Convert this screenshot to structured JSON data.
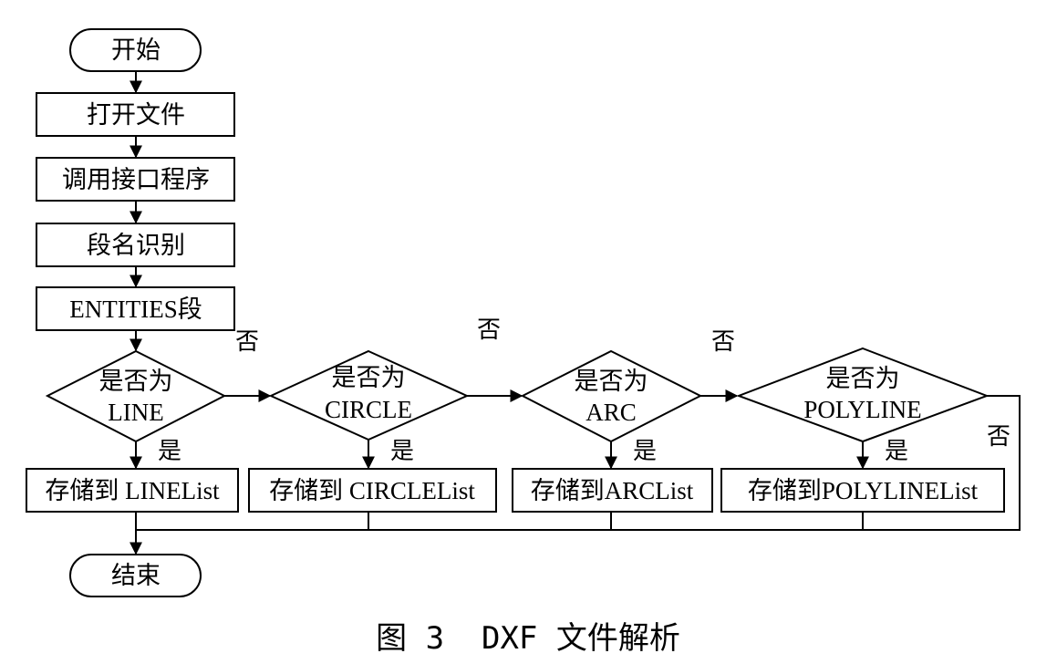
{
  "start": "开始",
  "steps": [
    "打开文件",
    "调用接口程序",
    "段名识别",
    "ENTITIES段"
  ],
  "decisions": [
    {
      "line1": "是否为",
      "line2": "LINE"
    },
    {
      "line1": "是否为",
      "line2": "CIRCLE"
    },
    {
      "line1": "是否为",
      "line2": "ARC"
    },
    {
      "line1": "是否为",
      "line2": "POLYLINE"
    }
  ],
  "stores": [
    "存储到 LINEList",
    "存储到 CIRCLEList",
    "存储到ARCList",
    "存储到POLYLINEList"
  ],
  "yes_label": "是",
  "no_label": "否",
  "end": "结束",
  "caption": "图 3  DXF 文件解析"
}
